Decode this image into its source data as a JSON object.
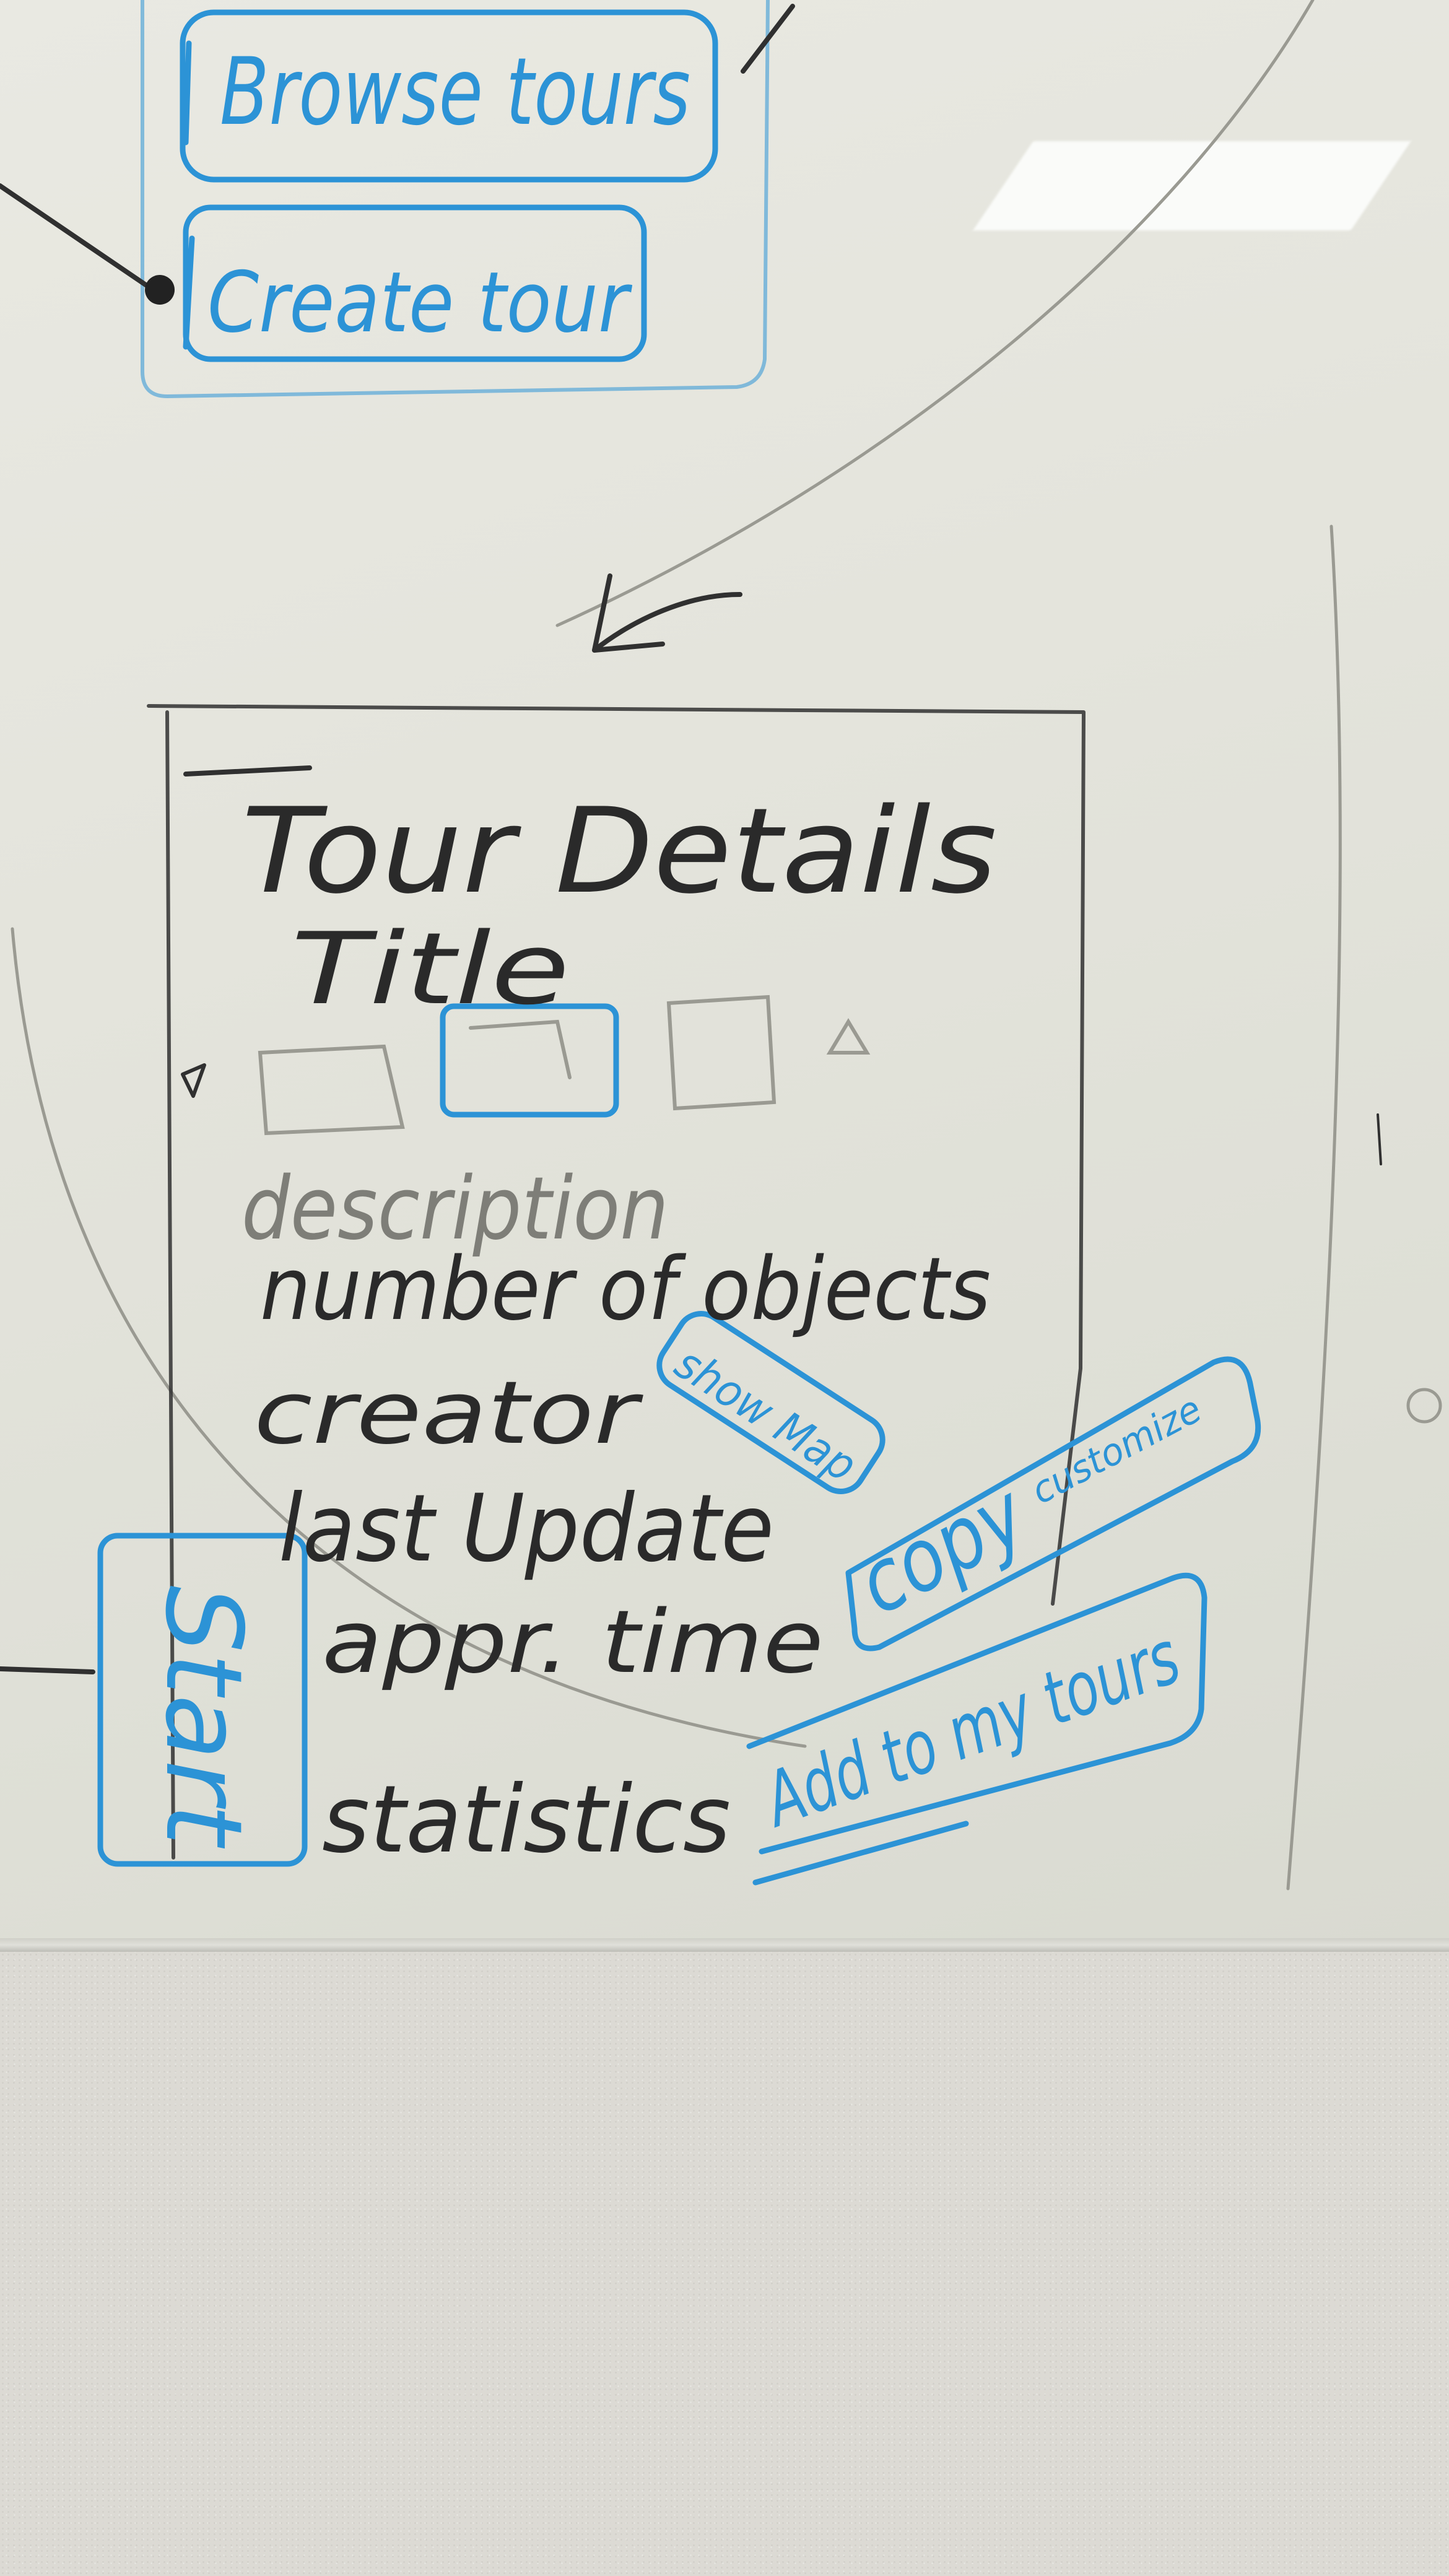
{
  "board": {
    "top_buttons": {
      "browse": "Browse tours",
      "create": "Create tour"
    },
    "details": {
      "heading": "Tour Details",
      "title": "Title",
      "description": "description",
      "number_of_objects": "number of objects",
      "creator": "creator",
      "last_update": "last Update",
      "approx_time": "appr. time",
      "statistics": "statistics"
    },
    "buttons": {
      "show_map": "show Map",
      "copy": "copy",
      "customize": "customize",
      "add_to_my_tours": "Add to my tours",
      "start": "Start"
    }
  },
  "colors": {
    "blue_marker": "#2c93d6",
    "black_marker": "#2a2a2a",
    "board": "#e6e6de",
    "wall": "#dcdad4"
  }
}
